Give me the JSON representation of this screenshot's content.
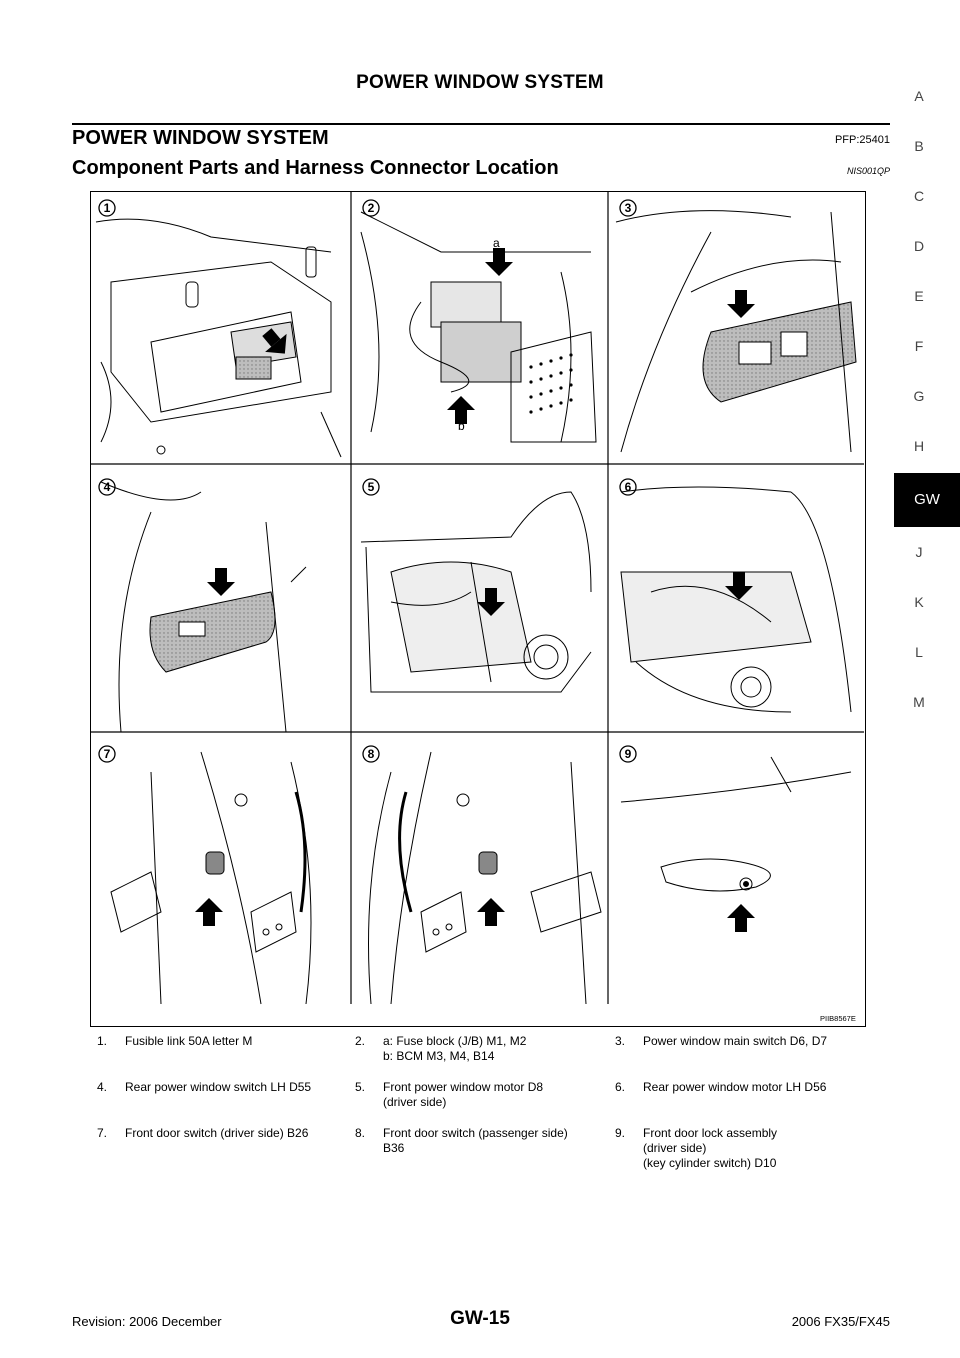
{
  "header": {
    "running_title": "POWER WINDOW SYSTEM"
  },
  "section": {
    "title": "POWER WINDOW SYSTEM",
    "pfp_code": "PFP:25401",
    "subtitle": "Component Parts and Harness Connector Location",
    "nis_code": "NIS001QP"
  },
  "figure": {
    "code": "PIIB8567E",
    "panel_numbers": [
      "1",
      "2",
      "3",
      "4",
      "5",
      "6",
      "7",
      "8",
      "9"
    ],
    "callout_a": "a",
    "callout_b": "b"
  },
  "captions": [
    {
      "num": "1.",
      "text": "Fusible link 50A letter M"
    },
    {
      "num": "2.",
      "text": "a: Fuse block (J/B) M1, M2\nb: BCM M3, M4, B14"
    },
    {
      "num": "3.",
      "text": "Power window main switch D6, D7"
    },
    {
      "num": "4.",
      "text": "Rear power window switch LH D55"
    },
    {
      "num": "5.",
      "text": "Front power window motor D8\n(driver side)"
    },
    {
      "num": "6.",
      "text": "Rear power window motor LH D56"
    },
    {
      "num": "7.",
      "text": "Front door switch (driver side) B26"
    },
    {
      "num": "8.",
      "text": "Front door switch (passenger side)\nB36"
    },
    {
      "num": "9.",
      "text": "Front door lock assembly\n(driver side)\n(key cylinder switch) D10"
    }
  ],
  "side_tabs": {
    "letters": [
      "A",
      "B",
      "C",
      "D",
      "E",
      "F",
      "G",
      "H",
      "GW",
      "J",
      "K",
      "L",
      "M"
    ],
    "active": "GW"
  },
  "footer": {
    "revision": "Revision: 2006 December",
    "page": "GW-15",
    "model": "2006 FX35/FX45"
  }
}
